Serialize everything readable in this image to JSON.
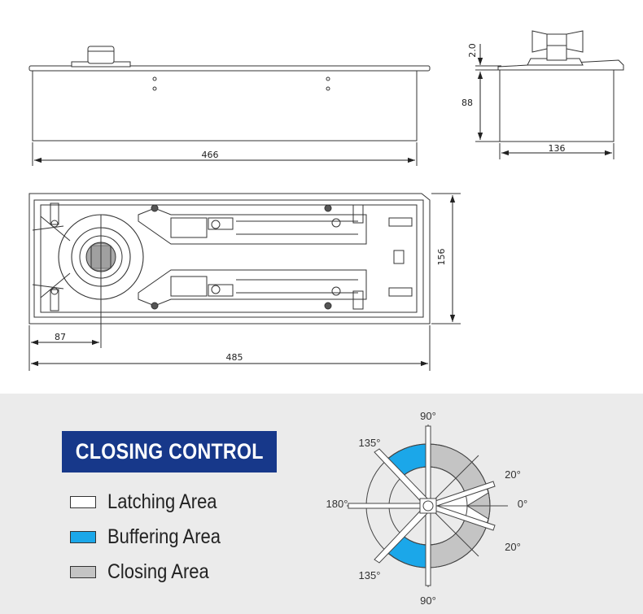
{
  "dimensions": {
    "width": "466",
    "height": "88",
    "top_offset": "2.0",
    "depth": "136",
    "plate_width": "156",
    "axis_offset": "87",
    "plate_length": "485"
  },
  "closing_control": {
    "title": "CLOSING CONTROL",
    "legend": [
      {
        "label": "Latching Area",
        "color": "#ffffff"
      },
      {
        "label": "Buffering Area",
        "color": "#1ba7e9"
      },
      {
        "label": "Closing Area",
        "color": "#c4c4c4"
      }
    ],
    "angles": {
      "top": "90°",
      "bottom": "90°",
      "upper_left": "135°",
      "lower_left": "135°",
      "left": "180°",
      "upper_right": "20°",
      "lower_right": "20°",
      "right": "0°"
    }
  }
}
